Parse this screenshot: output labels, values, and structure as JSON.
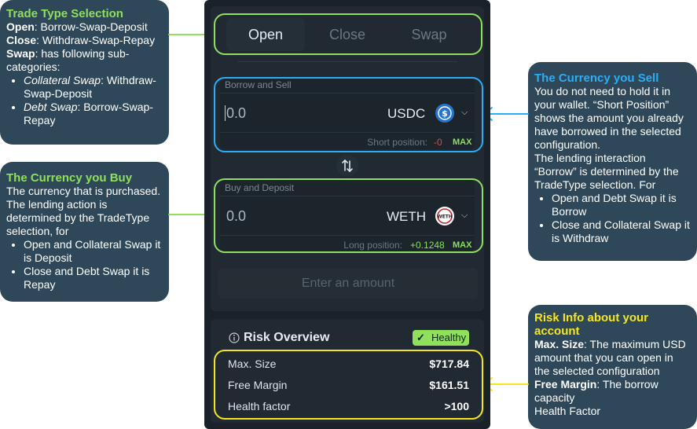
{
  "annotations": {
    "trade_type": {
      "title": "Trade Type Selection",
      "open_label": "Open",
      "open_text": ": Borrow-Swap-Deposit",
      "close_label": "Close",
      "close_text": ": Withdraw-Swap-Repay",
      "swap_label": "Swap",
      "swap_text": ": has following sub-categories:",
      "items": [
        {
          "term": "Collateral Swap",
          "text": ":  Withdraw-Swap-Deposit"
        },
        {
          "term": "Debt Swap",
          "text": ": Borrow-Swap-Repay"
        }
      ]
    },
    "buy": {
      "title": "The Currency you Buy",
      "body": "The currency that is purchased. The lending action is determined by the TradeType selection, for",
      "items": [
        "Open and Collateral Swap it is Deposit",
        "Close and Debt Swap it is Repay"
      ]
    },
    "sell": {
      "title": "The Currency you Sell",
      "body": "You do not need to hold it in your wallet. “Short Position” shows the amount  you already have borrowed in the selected configuration.",
      "body2": "The lending interaction “Borrow” is determined by the TradeType selection. For",
      "items": [
        "Open and Debt Swap it is Borrow",
        "Close and Collateral Swap it is Withdraw"
      ]
    },
    "risk": {
      "title": "Risk Info about your account",
      "max_label": "Max. Size",
      "max_text": ": The maximum USD amount that you can open in the selected configuration",
      "margin_label": "Free Margin",
      "margin_text": ": The borrow capacity",
      "health_text": "Health Factor"
    }
  },
  "tabs": [
    "Open",
    "Close",
    "Swap"
  ],
  "active_tab": "Open",
  "borrow": {
    "label": "Borrow and Sell",
    "amount_placeholder": "0.0",
    "ticker": "USDC",
    "icon": "usdc-token-icon",
    "position_label": "Short position:",
    "position_value": "-0",
    "max": "MAX"
  },
  "buy": {
    "label": "Buy and Deposit",
    "amount_placeholder": "0.0",
    "ticker": "WETH",
    "icon": "weth-token-icon",
    "position_label": "Long position:",
    "position_value": "+0.1248",
    "max": "MAX"
  },
  "submit_label": "Enter an amount",
  "risk": {
    "title": "Risk Overview",
    "badge": "Healthy",
    "rows": [
      {
        "label": "Max. Size",
        "value": "$717.84"
      },
      {
        "label": "Free Margin",
        "value": "$161.51"
      },
      {
        "label": "Health factor",
        "value": ">100"
      }
    ]
  },
  "colors": {
    "green": "#8fe05a",
    "blue": "#2aaef7",
    "yellow": "#f6e71c",
    "note_bg": "#2f4859",
    "panel_bg": "#1a2129",
    "negative": "#e0464b"
  }
}
